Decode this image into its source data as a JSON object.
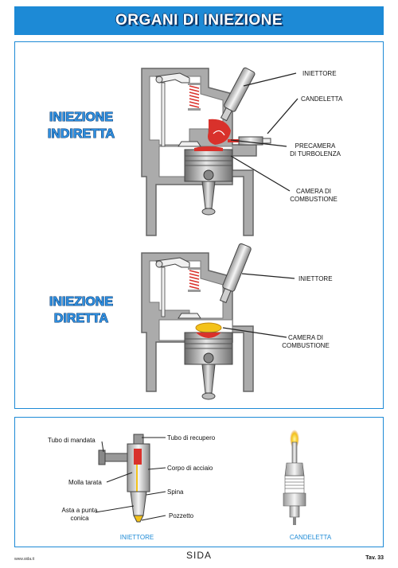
{
  "header": {
    "title": "ORGANI DI INIEZIONE"
  },
  "sections": {
    "indirect": {
      "title_line1": "INIEZIONE",
      "title_line2": "INDIRETTA",
      "labels": {
        "iniettore": "INIETTORE",
        "candeletta": "CANDELETTA",
        "precamera_1": "PRECAMERA",
        "precamera_2": "DI TURBOLENZA",
        "camera_1": "CAMERA DI",
        "camera_2": "COMBUSTIONE"
      }
    },
    "direct": {
      "title_line1": "INIEZIONE",
      "title_line2": "DIRETTA",
      "labels": {
        "iniettore": "INIETTORE",
        "camera_1": "CAMERA DI",
        "camera_2": "COMBUSTIONE"
      }
    }
  },
  "components": {
    "injector_parts": {
      "tubo_mandata": "Tubo di mandata",
      "tubo_recupero": "Tubo di recupero",
      "corpo_acciaio": "Corpo di acciaio",
      "molla_tarata": "Molla tarata",
      "spina": "Spina",
      "asta_1": "Asta a punta",
      "asta_2": "conica",
      "pozzetto": "Pozzetto"
    },
    "caption_injector": "INIETTORE",
    "caption_glowplug": "CANDELETTA"
  },
  "footer": {
    "website": "www.sida.it",
    "logo": "SIDA",
    "tav": "Tav. 33"
  },
  "colors": {
    "brand_blue": "#1d8ad6",
    "title_blue": "#2f8fe0",
    "engine_gray": "#8c8c8c",
    "red": "#d9312b",
    "yellow": "#f3c21a"
  }
}
